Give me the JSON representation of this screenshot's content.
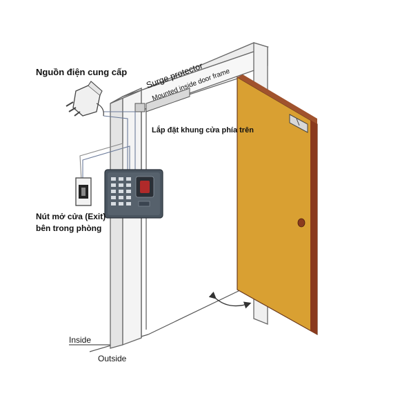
{
  "labels": {
    "power_supply": "Nguồn điện cung cấp",
    "surge_protector": "Surge protector",
    "mounted_inside": "Mounted inside door frame",
    "install_top": "Lắp đặt khung cửa phía trên",
    "exit_button_line1": "Nút mở cửa (Exit)",
    "exit_button_line2": "bên trong phòng",
    "inside": "Inside",
    "outside": "Outside"
  },
  "colors": {
    "door_face": "#d9a032",
    "door_edge": "#8a3a1e",
    "frame_fill": "#f2f2f2",
    "line": "#666666",
    "reader_body": "#4a5560",
    "wire": "#6a7a9a"
  },
  "icons": {
    "power_adapter": "plug-adapter-icon",
    "exit_button": "exit-button-icon",
    "keypad": "fingerprint-keypad-icon",
    "magnetic_lock": "magnetic-lock-icon",
    "door_handle": "door-knob-icon",
    "swing_arc": "door-swing-arrow-icon"
  }
}
